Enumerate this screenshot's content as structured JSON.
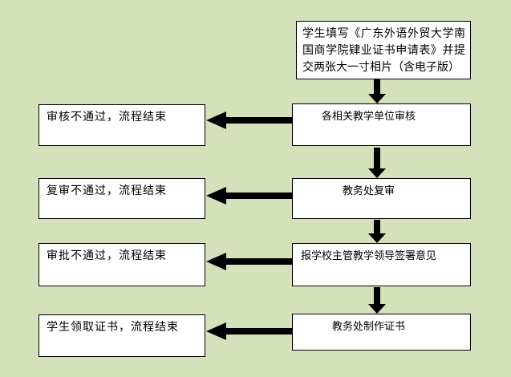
{
  "flow": {
    "start": {
      "label": "学生填写《广东外语外贸大学南国商学院肄业证书申请表》并提交两张大一寸相片（含电子版）"
    },
    "main_steps": [
      {
        "label": "各相关教学单位审核"
      },
      {
        "label": "教务处复审"
      },
      {
        "label": "报学校主管教学领导签署意见"
      },
      {
        "label": "教务处制作证书"
      }
    ],
    "outcomes": [
      {
        "label": "审核不通过，流程结束"
      },
      {
        "label": "复审不通过，流程结束"
      },
      {
        "label": "审批不通过，流程结束"
      },
      {
        "label": "学生领取证书，流程结束"
      }
    ],
    "connectors": {
      "vertical_arrows": [
        "start→step1",
        "step1→step2",
        "step2→step3",
        "step3→step4"
      ],
      "horizontal_arrows": [
        "step1→outcome1",
        "step2→outcome2",
        "step3→outcome3",
        "step4→outcome4"
      ]
    },
    "colors": {
      "background": "#d5e1ba",
      "box_fill": "#ffffff",
      "box_border": "#000000",
      "arrow": "#000000",
      "text": "#000000"
    }
  }
}
